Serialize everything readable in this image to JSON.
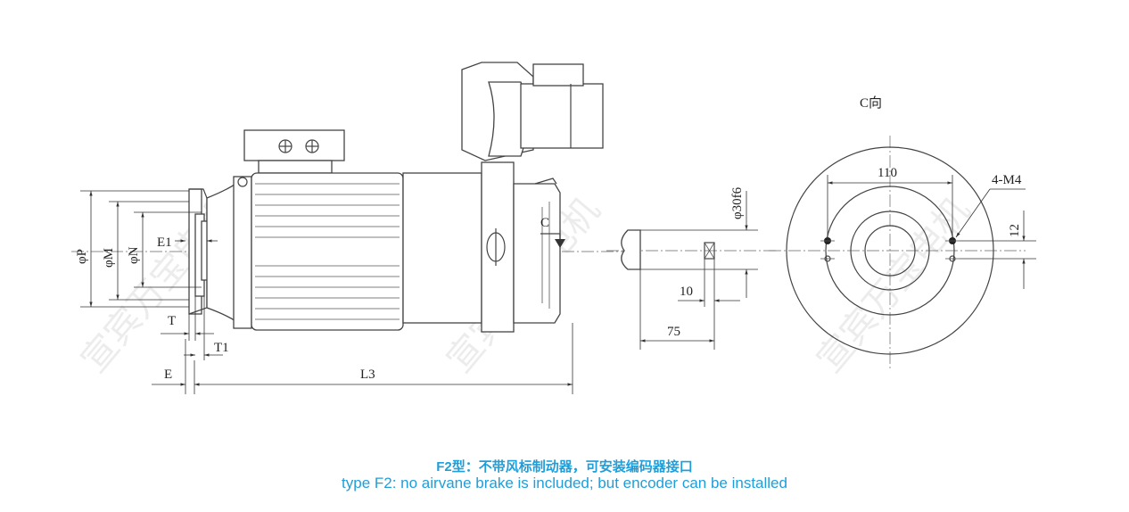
{
  "labels": {
    "phi_P": "φP",
    "phi_M": "φM",
    "phi_N": "φN",
    "E1": "E1",
    "T": "T",
    "T1": "T1",
    "E": "E",
    "L3": "L3",
    "C_arrow": "C",
    "shaft_dia": "φ30f6",
    "dim_10": "10",
    "dim_75": "75",
    "view_title": "C向",
    "dim_110": "110",
    "holes": "4-M4",
    "dim_12": "12"
  },
  "caption": {
    "chinese": "F2型：不带风标制动器，可安装编码器接口",
    "english": "type F2:  no airvane brake is included; but encoder can be installed"
  },
  "colors": {
    "caption": "#1f9ed9",
    "line": "#444444"
  }
}
